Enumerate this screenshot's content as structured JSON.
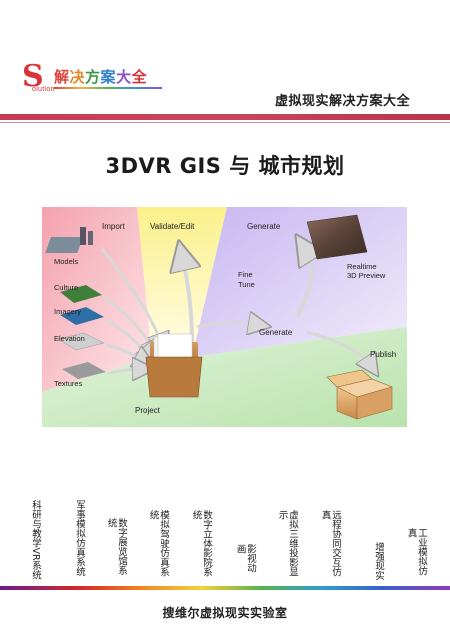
{
  "brand": {
    "logo_letter": "S",
    "logo_sub": "olution",
    "logo_chars": [
      "解",
      "决",
      "方",
      "案",
      "大",
      "全"
    ],
    "logo_colors": [
      "#e0463f",
      "#e08a2a",
      "#3a9a48",
      "#2e7fc7",
      "#8a4fc8",
      "#d9343a"
    ]
  },
  "header": {
    "title": "虚拟现实解决方案大全",
    "bar_color": "#c43c52"
  },
  "main": {
    "title": "3DVR GIS 与 城市规划"
  },
  "diagram": {
    "labels": {
      "import": "Import",
      "validate": "Validate/Edit",
      "generate_top": "Generate",
      "realtime_1": "Realtime",
      "realtime_2": "3D Preview",
      "models": "Models",
      "culture": "Culture",
      "imagery": "Imagery",
      "elevation": "Elevation",
      "textures": "Textures",
      "fine": "Fine",
      "tune": "Tune",
      "generate_mid": "Generate",
      "publish": "Publish",
      "project": "Project"
    }
  },
  "categories": [
    "科研与教学VR系统",
    "军事模拟仿真系统",
    "数字展览馆系统",
    "模拟驾驶仿真系统",
    "数字立体影院系统",
    "影视动画",
    "虚拟三维投影显示",
    "远程协同交互仿真",
    "增强现实",
    "工业模拟仿真"
  ],
  "footer": {
    "text": "搜维尔虚拟现实实验室"
  }
}
